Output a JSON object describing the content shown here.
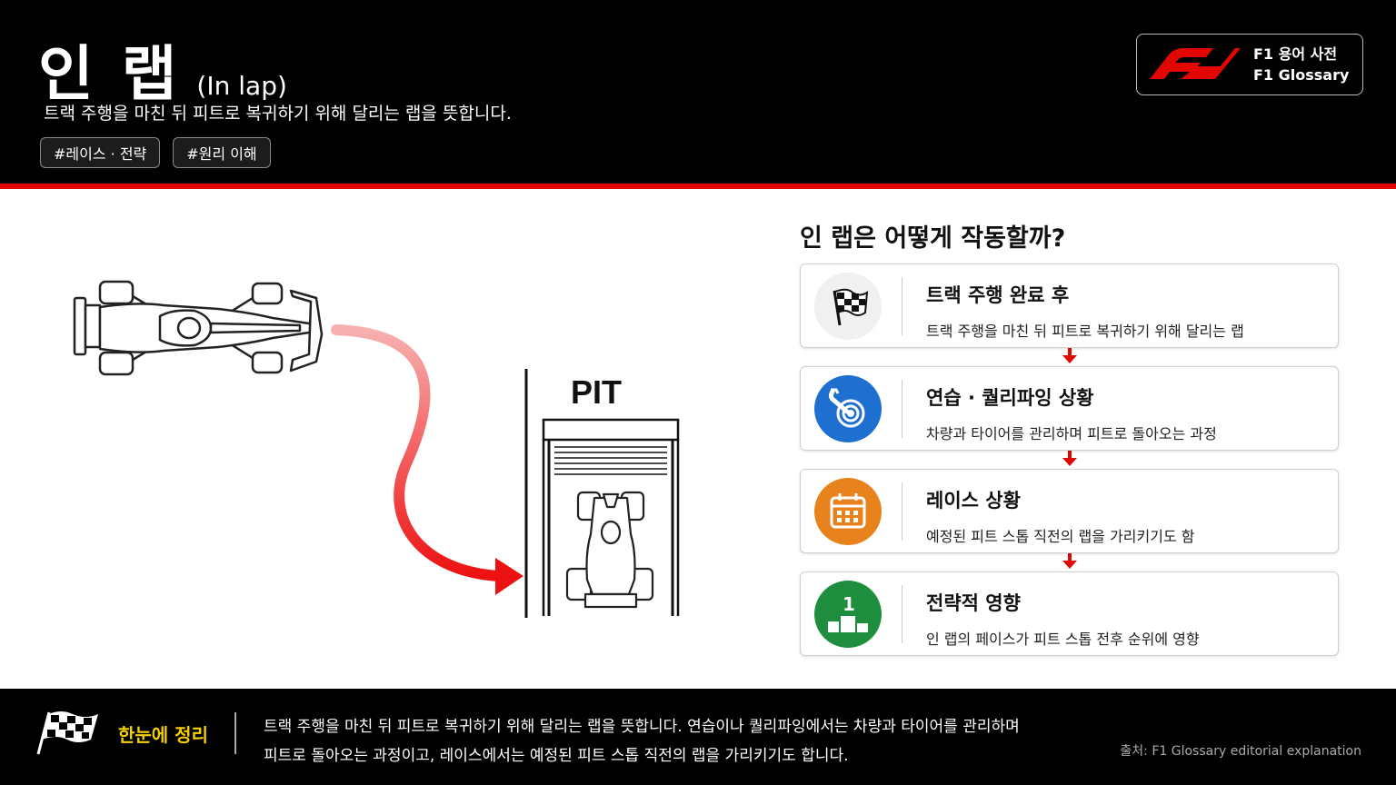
{
  "header": {
    "title_ko": "인 랩",
    "title_en": "(In lap)",
    "subtitle": "트랙 주행을 마친 뒤 피트로 복귀하기 위해 달리는 랩을 뜻합니다.",
    "tags": [
      "#레이스 · 전략",
      "#원리 이해"
    ],
    "brand": {
      "line1": "F1 용어 사전",
      "line2": "F1 Glossary",
      "logo_icon": "f1-logo-icon"
    }
  },
  "illustration": {
    "pit_label": "PIT",
    "icons": [
      "race-car-icon",
      "pit-lane-arrow",
      "pit-garage-icon"
    ]
  },
  "steps_title": "인 랩은 어떻게 작동할까?",
  "steps": [
    {
      "icon": "checkered-flag-icon",
      "title": "트랙 주행 완료 후",
      "desc": "트랙 주행을 마친 뒤 피트로 복귀하기 위해 달리는 랩",
      "color": "#f0f0f0"
    },
    {
      "icon": "wrench-target-icon",
      "title": "연습 · 퀄리파잉 상황",
      "desc": "차량과 타이어를 관리하며 피트로 돌아오는 과정",
      "color": "#1f6fd1"
    },
    {
      "icon": "calendar-icon",
      "title": "레이스 상황",
      "desc": "예정된 피트 스톱 직전의 랩을 가리키기도 함",
      "color": "#e8821c"
    },
    {
      "icon": "podium-icon",
      "title": "전략적 영향",
      "desc": "인 랩의 페이스가 피트 스톱 전후 순위에 영향",
      "color": "#1e8e3e"
    }
  ],
  "footer": {
    "label": "한눈에 정리",
    "text_line1": "트랙 주행을 마친 뒤 피트로 복귀하기 위해 달리는 랩을 뜻합니다. 연습이나 퀄리파잉에서는 차량과 타이어를 관리하며",
    "text_line2": "피트로 돌아오는 과정이고, 레이스에서는 예정된 피트 스톱 직전의 랩을 가리키기도 합니다.",
    "source": "출처: F1 Glossary editorial explanation"
  },
  "colors": {
    "accent": "#e10600",
    "footer_label": "#f5d000"
  }
}
